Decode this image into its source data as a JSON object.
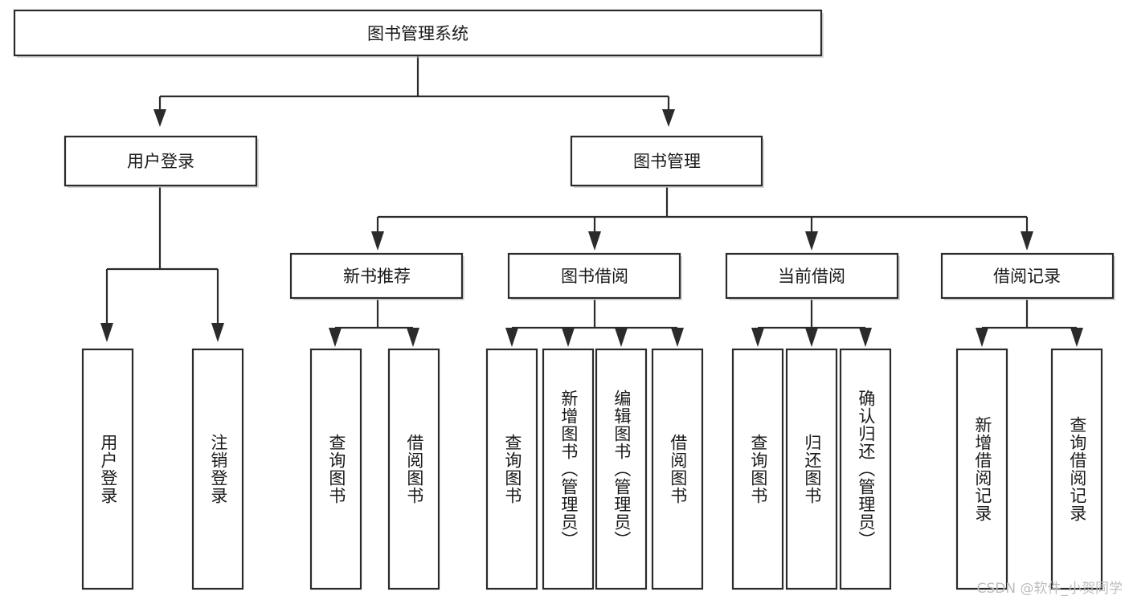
{
  "diagram": {
    "title": "图书管理系统",
    "watermark": "CSDN @软件_小贺同学",
    "line_color": "#2b2b2b",
    "box_fill": "#ffffff",
    "text_color": "#1a1a1a",
    "watermark_color": "#bdbdbd",
    "root": {
      "label": "图书管理系统",
      "children": [
        {
          "label": "用户登录",
          "children": [
            {
              "label": "用户登录"
            },
            {
              "label": "注销登录"
            }
          ]
        },
        {
          "label": "图书管理",
          "children": [
            {
              "label": "新书推荐",
              "children": [
                {
                  "label": "查询图书"
                },
                {
                  "label": "借阅图书"
                }
              ]
            },
            {
              "label": "图书借阅",
              "children": [
                {
                  "label": "查询图书"
                },
                {
                  "label": "新增图书（管理员）"
                },
                {
                  "label": "编辑图书（管理员）"
                },
                {
                  "label": "借阅图书"
                }
              ]
            },
            {
              "label": "当前借阅",
              "children": [
                {
                  "label": "查询图书"
                },
                {
                  "label": "归还图书"
                },
                {
                  "label": "确认归还（管理员）"
                }
              ]
            },
            {
              "label": "借阅记录",
              "children": [
                {
                  "label": "新增借阅记录"
                },
                {
                  "label": "查询借阅记录"
                }
              ]
            }
          ]
        }
      ]
    },
    "nodes": {
      "root_title": "图书管理系统",
      "l1_user_login": "用户登录",
      "l1_book_mgmt": "图书管理",
      "l2_new_book": "新书推荐",
      "l2_book_borrow": "图书借阅",
      "l2_current_borrow": "当前借阅",
      "l2_borrow_record": "借阅记录",
      "leaf_user_login": "用户登录",
      "leaf_logout": "注销登录",
      "leaf_nb_query": "查询图书",
      "leaf_nb_borrow": "借阅图书",
      "leaf_bb_query": "查询图书",
      "leaf_bb_add": "新增图书（管理员）",
      "leaf_bb_edit": "编辑图书（管理员）",
      "leaf_bb_borrow": "借阅图书",
      "leaf_cb_query": "查询图书",
      "leaf_cb_return": "归还图书",
      "leaf_cb_confirm": "确认归还（管理员）",
      "leaf_br_add": "新增借阅记录",
      "leaf_br_query": "查询借阅记录"
    }
  }
}
